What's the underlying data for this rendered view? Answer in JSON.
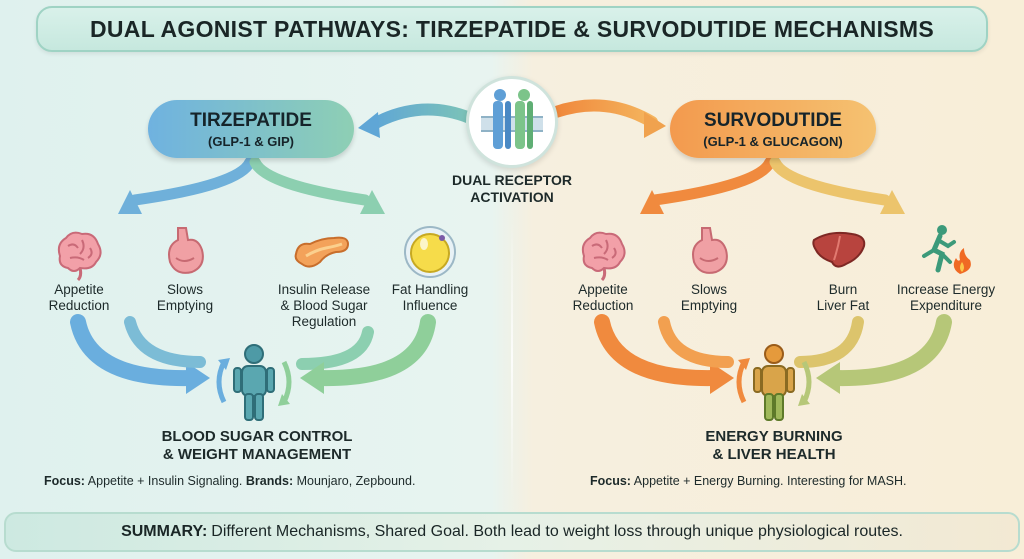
{
  "title": "DUAL AGONIST PATHWAYS: TIRZEPATIDE & SURVODUTIDE MECHANISMS",
  "center": {
    "label_line1": "DUAL RECEPTOR",
    "label_line2": "ACTIVATION"
  },
  "left": {
    "name": "TIRZEPATIDE",
    "subtitle": "(GLP-1 & GIP)",
    "items": [
      {
        "icon": "brain-icon",
        "line1": "Appetite",
        "line2": "Reduction",
        "line3": ""
      },
      {
        "icon": "stomach-icon",
        "line1": "Slows",
        "line2": "Emptying",
        "line3": ""
      },
      {
        "icon": "pancreas-icon",
        "line1": "Insulin Release",
        "line2": "& Blood Sugar",
        "line3": "Regulation"
      },
      {
        "icon": "fat-cell-icon",
        "line1": "Fat Handling",
        "line2": "Influence",
        "line3": ""
      }
    ],
    "outcome_line1": "BLOOD SUGAR CONTROL",
    "outcome_line2": "& WEIGHT MANAGEMENT",
    "focus_label": "Focus:",
    "focus_text": "Appetite + Insulin Signaling.",
    "brands_label": "Brands:",
    "brands_text": "Mounjaro, Zepbound."
  },
  "right": {
    "name": "SURVODUTIDE",
    "subtitle": "(GLP-1 & GLUCAGON)",
    "items": [
      {
        "icon": "brain-icon",
        "line1": "Appetite",
        "line2": "Reduction"
      },
      {
        "icon": "stomach-icon",
        "line1": "Slows",
        "line2": "Emptying"
      },
      {
        "icon": "liver-icon",
        "line1": "Burn",
        "line2": "Liver Fat"
      },
      {
        "icon": "running-fire-icon",
        "line1": "Increase Energy",
        "line2": "Expenditure"
      }
    ],
    "outcome_line1": "ENERGY BURNING",
    "outcome_line2": "& LIVER HEALTH",
    "focus_label": "Focus:",
    "focus_text": "Appetite + Energy Burning. Interesting for MASH."
  },
  "summary": {
    "label": "SUMMARY:",
    "text": "Different Mechanisms, Shared Goal. Both lead to weight loss through unique physiological routes."
  },
  "colors": {
    "left_blue": "#6fb2e0",
    "left_green": "#8ecfb4",
    "right_orange": "#f39a4e",
    "right_yellow": "#f5c271"
  }
}
